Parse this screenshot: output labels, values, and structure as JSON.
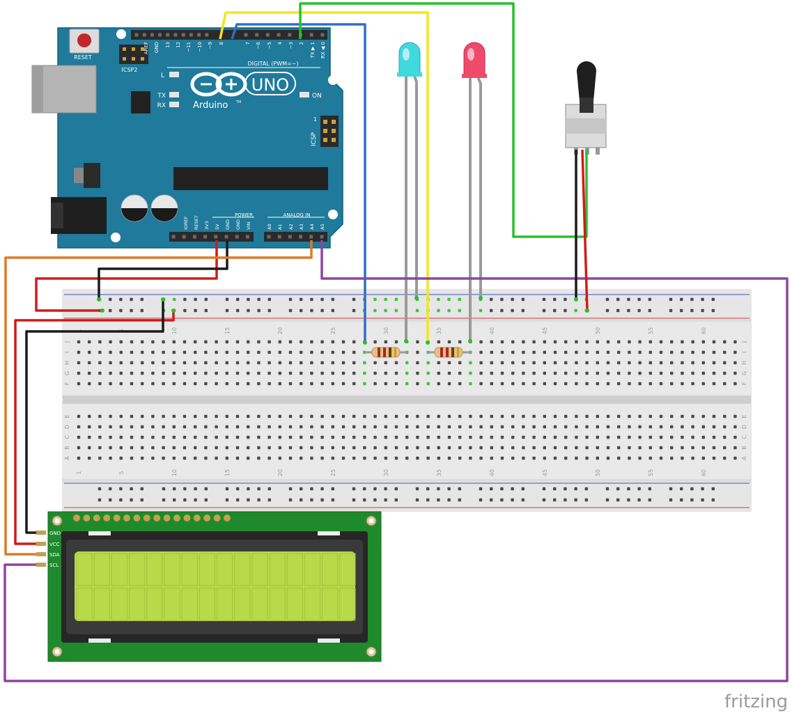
{
  "arduino": {
    "reset_label": "RESET",
    "icsp2_label": "ICSP2",
    "icsp_label": "ICSP",
    "icsp_pin1": "1",
    "brand": "Arduino",
    "trademark": "TM",
    "model": "UNO",
    "led_l": "L",
    "led_tx": "TX",
    "led_rx": "RX",
    "on_label": "ON",
    "digital_label": "DIGITAL (PWM=~)",
    "digital_pins": [
      "AREF",
      "GND",
      "13",
      "12",
      "~11",
      "~10",
      "~9",
      "8",
      "7",
      "~6",
      "~5",
      "4",
      "~3",
      "2",
      "TX ▶ 1",
      "RX ◀ 0"
    ],
    "power_label": "POWER",
    "power_pins": [
      "IOREF",
      "RESET",
      "3V3",
      "5V",
      "GND",
      "GND",
      "VIN"
    ],
    "analog_label": "ANALOG IN",
    "analog_pins": [
      "A0",
      "A1",
      "A2",
      "A3",
      "A4",
      "A5"
    ]
  },
  "breadboard": {
    "row_letters_top": [
      "J",
      "I",
      "H",
      "G",
      "F"
    ],
    "row_letters_bottom": [
      "E",
      "D",
      "C",
      "B",
      "A"
    ],
    "column_numbers": [
      "1",
      "5",
      "10",
      "15",
      "20",
      "25",
      "30",
      "35",
      "40",
      "45",
      "50",
      "55",
      "60"
    ]
  },
  "lcd": {
    "pins": [
      "GND",
      "VCC",
      "SDA",
      "SCL"
    ]
  },
  "leds": [
    {
      "name": "cyan-led",
      "color": "#3fd9de"
    },
    {
      "name": "red-led",
      "color": "#f04a6a"
    }
  ],
  "wire_colors": {
    "yellow": "#f4e61e",
    "blue": "#2f6fc8",
    "green": "#27c12c",
    "red": "#d01a1a",
    "black": "#1a1a1a",
    "orange": "#e07826",
    "purple": "#8e44a0",
    "gray": "#9a9a9a"
  },
  "watermark": "fritzing"
}
